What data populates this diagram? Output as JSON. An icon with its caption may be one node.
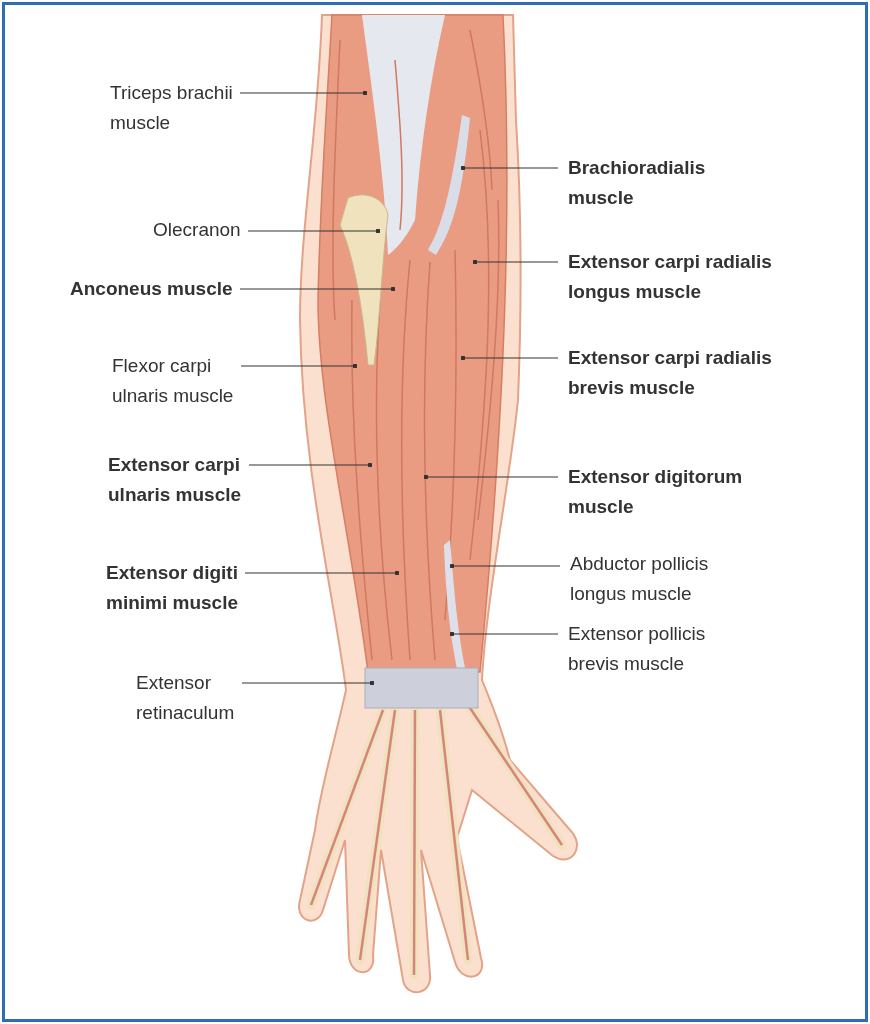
{
  "diagram": {
    "nodes": [
      {
        "text": [
          "Triceps brachii muscle"
        ]
      },
      {
        "text": [
          "Olecranon"
        ]
      },
      {
        "text": [
          "Anconeus muscle"
        ]
      },
      {
        "text": [
          "Flexor carpi ulnaris muscle"
        ]
      },
      {
        "text": [
          "Extensor carpi ulnaris muscle"
        ]
      },
      {
        "text": [
          "Extensor digiti minimi muscle"
        ]
      },
      {
        "text": [
          "Extensor retinaculum"
        ]
      },
      {
        "text": [
          "Brachioradialis muscle"
        ]
      },
      {
        "text": [
          "Extensor carpi radialis longus muscle"
        ]
      },
      {
        "text": [
          "Extensor carpi radialis brevis muscle"
        ]
      },
      {
        "text": [
          "Extensor digitorum muscle"
        ]
      },
      {
        "text": [
          "Abductor pollicis longus muscle"
        ]
      },
      {
        "text": [
          "Extensor pollicis brevis muscle"
        ]
      }
    ],
    "edges": [
      {
        "from": 0,
        "to": null,
        "arrow": "other"
      },
      {
        "from": 1,
        "to": null,
        "arrow": "other"
      },
      {
        "from": 2,
        "to": null,
        "arrow": "other"
      },
      {
        "from": 3,
        "to": null,
        "arrow": "other"
      },
      {
        "from": 4,
        "to": null,
        "arrow": "other"
      },
      {
        "from": 5,
        "to": null,
        "arrow": "other"
      },
      {
        "from": 6,
        "to": null,
        "arrow": "other"
      },
      {
        "from": 7,
        "to": null,
        "arrow": "other"
      },
      {
        "from": 8,
        "to": null,
        "arrow": "other"
      },
      {
        "from": 9,
        "to": null,
        "arrow": "other"
      },
      {
        "from": 10,
        "to": null,
        "arrow": "other"
      },
      {
        "from": 11,
        "to": null,
        "arrow": "other"
      },
      {
        "from": 12,
        "to": null,
        "arrow": "other"
      }
    ]
  }
}
